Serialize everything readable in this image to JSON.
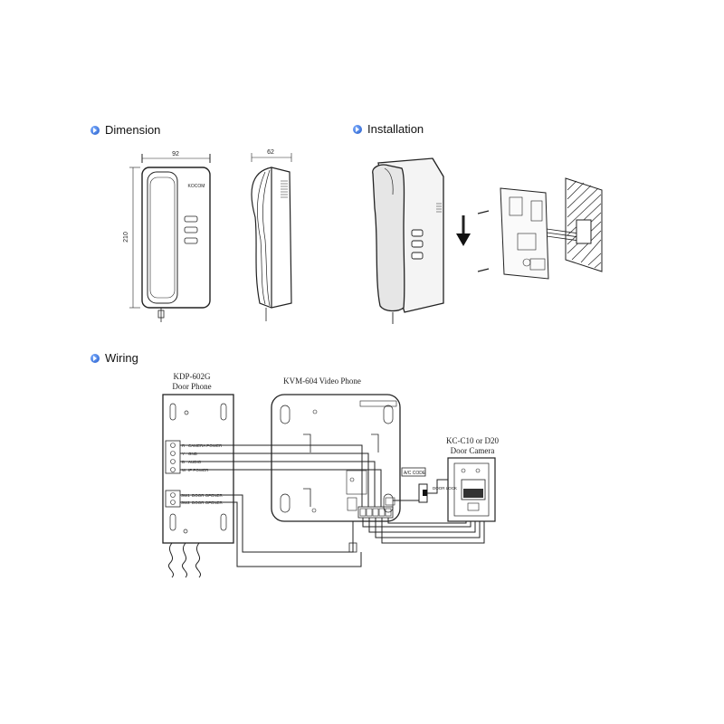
{
  "sections": {
    "dimension": "Dimension",
    "installation": "Installation",
    "wiring": "Wiring"
  },
  "dimension": {
    "width_label": "92",
    "depth_label": "62",
    "height_label": "210",
    "brand": "KOCOM"
  },
  "wiring": {
    "door_phone_model": "KDP-602G",
    "door_phone_type": "Door Phone",
    "video_phone": "KVM-604 Video Phone",
    "camera_model": "KC-C10 or D20",
    "camera_type": "Door  Camera",
    "terminals": [
      {
        "color": "R",
        "label": "CAMERA POWER"
      },
      {
        "color": "Y",
        "label": "GND"
      },
      {
        "color": "B",
        "label": "AUDIO"
      },
      {
        "color": "W",
        "label": "IP POWER"
      }
    ],
    "opener_terminals": [
      {
        "color": "SW1",
        "label": "DOOR OPENER"
      },
      {
        "color": "SW2",
        "label": "DOOR OPENER"
      }
    ],
    "ac_code": "A/C CODE",
    "door_lock": "DOOR LOCK"
  },
  "colors": {
    "line": "#222222",
    "accent_bullet": "#1f57c8"
  }
}
